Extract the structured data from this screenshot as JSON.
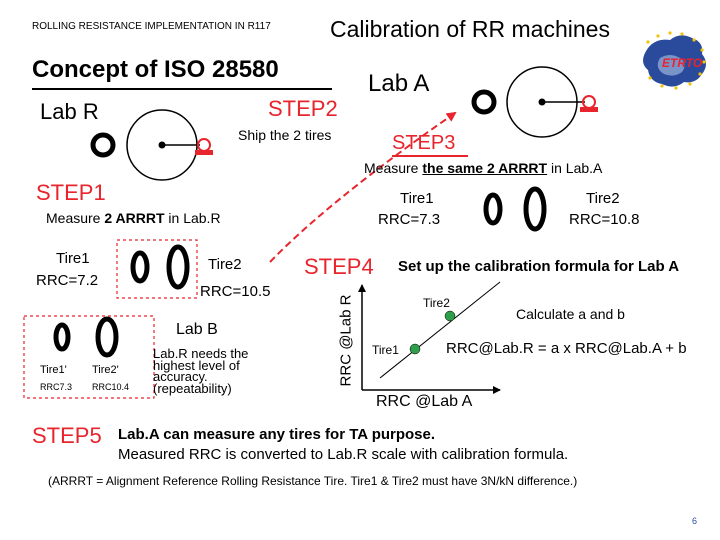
{
  "header": {
    "left_title": "ROLLING RESISTANCE IMPLEMENTATION IN R117",
    "right_title": "Calibration of RR machines",
    "logo_text": "ETRTO"
  },
  "concept_title": "Concept of ISO 28580",
  "lab_r": "Lab R",
  "lab_a": "Lab A",
  "step2": {
    "label": "STEP2",
    "text": "Ship the 2 tires"
  },
  "step3": {
    "label": "STEP3",
    "text_prefix": "Measure ",
    "text_underlined": "the same 2 ARRRT",
    "text_suffix": " in Lab.A",
    "tire1": "Tire1",
    "rrc1": "RRC=7.3",
    "tire2": "Tire2",
    "rrc2": "RRC=10.8"
  },
  "step1": {
    "label": "STEP1",
    "text_prefix": "Measure ",
    "text_bold": "2 ARRRT",
    "text_suffix": " in Lab.R",
    "tire1": "Tire1",
    "rrc1": "RRC=7.2",
    "tire2": "Tire2",
    "rrc2": "RRC=10.5"
  },
  "lab_b": {
    "label": "Lab B",
    "tire1": "Tire1'",
    "tire2": "Tire2'",
    "rrc1": "RRC7.3",
    "rrc2": "RRC10.4",
    "note_lines": [
      "Lab.R needs the",
      "highest level of",
      "accuracy.",
      "(repeatability)"
    ]
  },
  "step4": {
    "label": "STEP4",
    "text": "Set up the calibration formula for Lab A",
    "y_axis": "RRC @Lab R",
    "x_axis": "RRC @Lab A",
    "point1": "Tire1",
    "point2": "Tire2",
    "calc": "Calculate a and b",
    "formula": "RRC@Lab.R = a x RRC@Lab.A + b"
  },
  "step5": {
    "label": "STEP5",
    "line1": "Lab.A can measure any tires for TA purpose.",
    "line2": "Measured RRC is converted to Lab.R scale with calibration formula."
  },
  "footnote": "(ARRRT = Alignment Reference Rolling Resistance Tire.  Tire1 & Tire2 must have 3N/kN difference.)",
  "page_number": "6",
  "colors": {
    "accent_red": "#e8242c",
    "plot_point": "#2e9e4a",
    "logo_blue": "#2a4b9b"
  }
}
